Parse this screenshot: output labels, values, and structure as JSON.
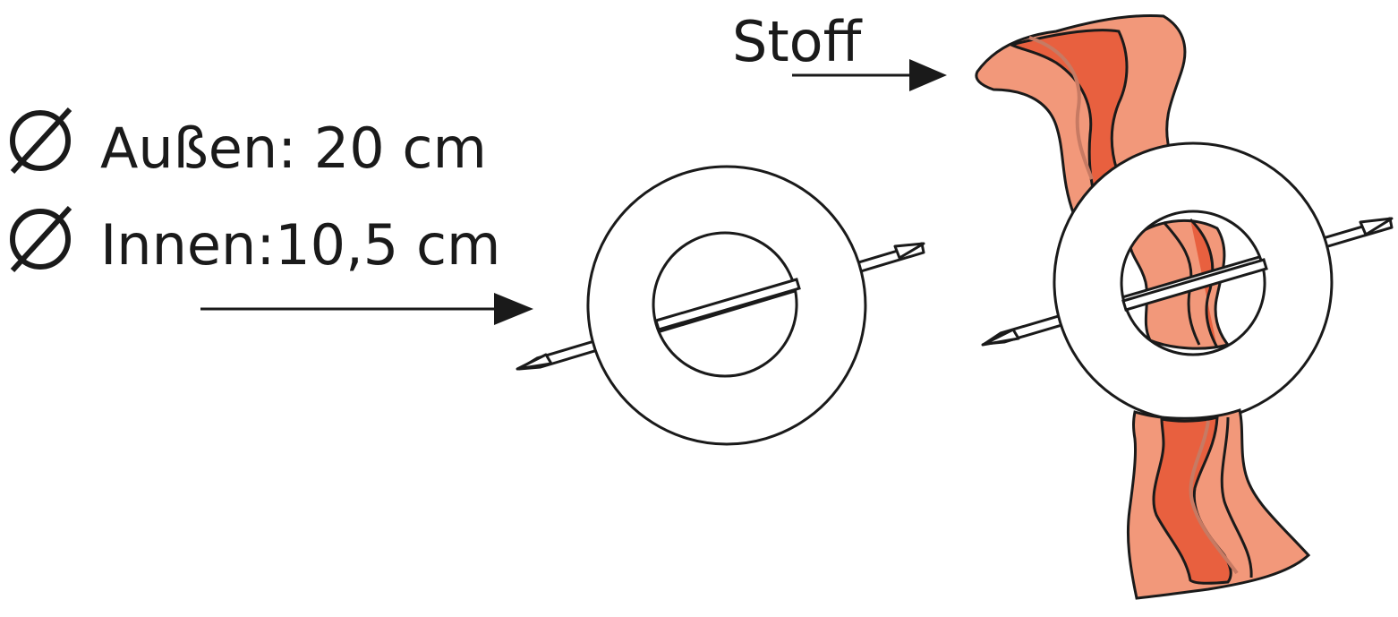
{
  "labels": {
    "fabric": "Stoff",
    "outer_diameter": "Außen: 20 cm",
    "inner_diameter": "Innen:10,5 cm",
    "diameter_symbol": "Ø"
  },
  "colors": {
    "fabric_light": "#f2987a",
    "fabric_dark": "#e8603f",
    "fabric_fold": "#c77a63",
    "ring_fill": "#ffffff",
    "outline": "#1a1a1a",
    "needle_fill": "#ffffff"
  }
}
